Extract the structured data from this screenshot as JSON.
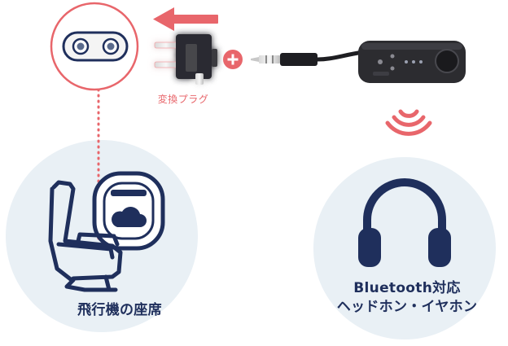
{
  "labels": {
    "plug": "変換プラグ",
    "seat": "飛行機の座席",
    "headphones_line1": "Bluetooth対応",
    "headphones_line2": "ヘッドホン・イヤホン"
  },
  "icons": [
    "airline-seat-icon",
    "airplane-window-icon",
    "cloud-icon",
    "headphones-icon",
    "dual-jack-socket-icon",
    "conversion-plug-icon",
    "audio-cable-icon",
    "bluetooth-transmitter-icon",
    "signal-waves-icon",
    "plus-icon",
    "arrow-left-icon"
  ],
  "colors": {
    "navy": "#1f2f5c",
    "accent_red": "#e8666b",
    "light_red": "#f3a3a6",
    "bubble": "#e9f0f5",
    "device": "#2c2c30"
  }
}
